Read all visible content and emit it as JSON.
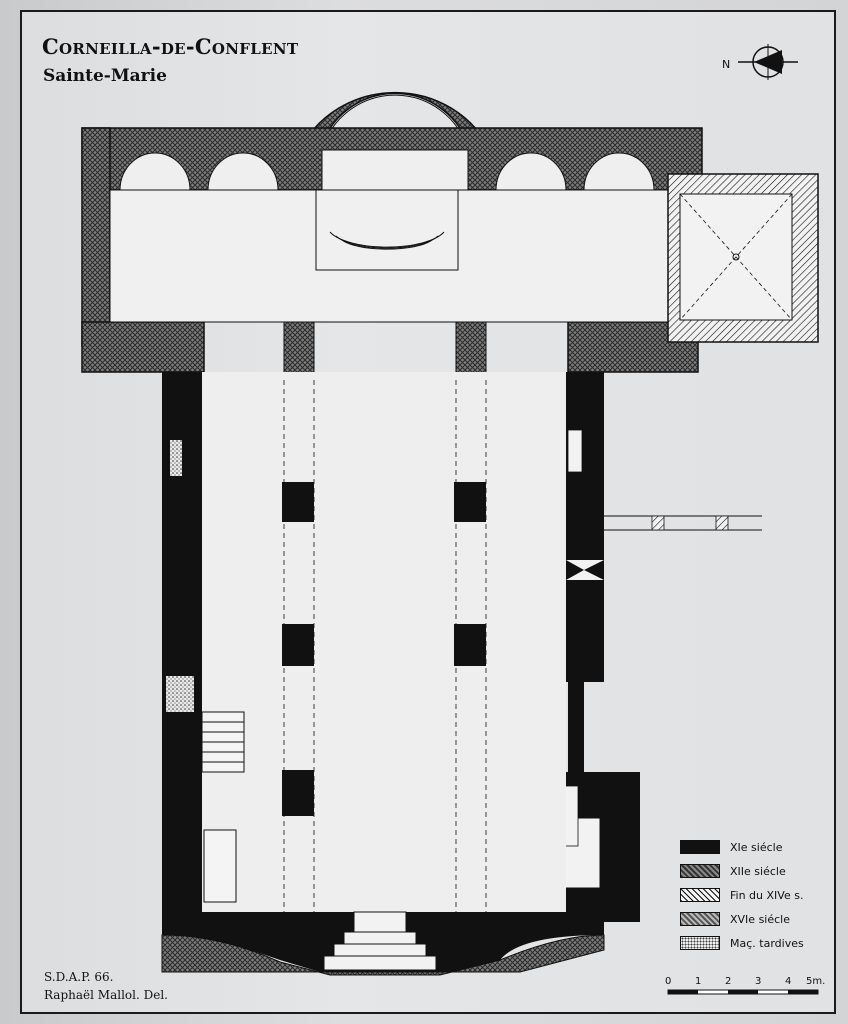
{
  "header": {
    "title": "Corneilla-de-Conflent",
    "subtitle": "Sainte-Marie"
  },
  "compass": {
    "label": "N"
  },
  "legend": {
    "items": [
      {
        "label": "XIe siécle",
        "swatch": "solid-black"
      },
      {
        "label": "XIIe siécle",
        "swatch": "crosshatch"
      },
      {
        "label": "Fin du XIVe s.",
        "swatch": "diagonal-hatch"
      },
      {
        "label": "XVIe siécle",
        "swatch": "fine-hatch"
      },
      {
        "label": "Maç. tardives",
        "swatch": "stipple"
      }
    ]
  },
  "scale": {
    "ticks": [
      "0",
      "1",
      "2",
      "3",
      "4",
      "5m."
    ]
  },
  "credits": {
    "source": "S.D.A.P. 66.",
    "author": "Raphaël Mallol. Del."
  },
  "colors": {
    "ink": "#111111",
    "paper": "#e8e9eb",
    "hatch_gray": "#8a8a8a"
  }
}
